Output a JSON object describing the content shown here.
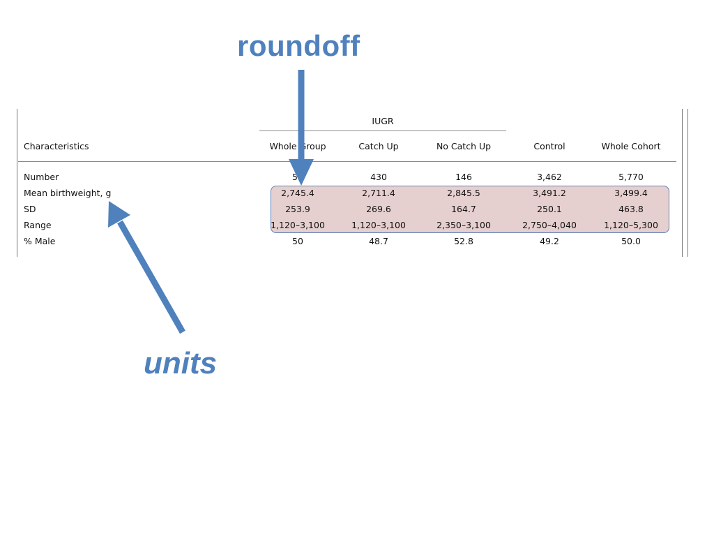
{
  "annotations": {
    "top": "roundoff",
    "bottom": "units"
  },
  "table": {
    "group_header": "IUGR",
    "header": [
      "Characteristics",
      "Whole Group",
      "Catch Up",
      "No Catch Up",
      "Control",
      "Whole Cohort"
    ],
    "rows": [
      [
        "Number",
        "57",
        "430",
        "146",
        "3,462",
        "5,770"
      ],
      [
        "Mean birthweight, g",
        "2,745.4",
        "2,711.4",
        "2,845.5",
        "3,491.2",
        "3,499.4"
      ],
      [
        " SD",
        "253.9",
        "269.6",
        "164.7",
        "250.1",
        "463.8"
      ],
      [
        " Range",
        "1,120–3,100",
        "1,120–3,100",
        "2,350–3,100",
        "2,750–4,040",
        "1,120–5,300"
      ],
      [
        "% Male",
        "50",
        "48.7",
        "52.8",
        "49.2",
        "50.0"
      ]
    ]
  },
  "colors": {
    "accent": "#4f81bd",
    "highlight_fill": "#e6cfcf",
    "highlight_border": "#5b7fb8"
  }
}
